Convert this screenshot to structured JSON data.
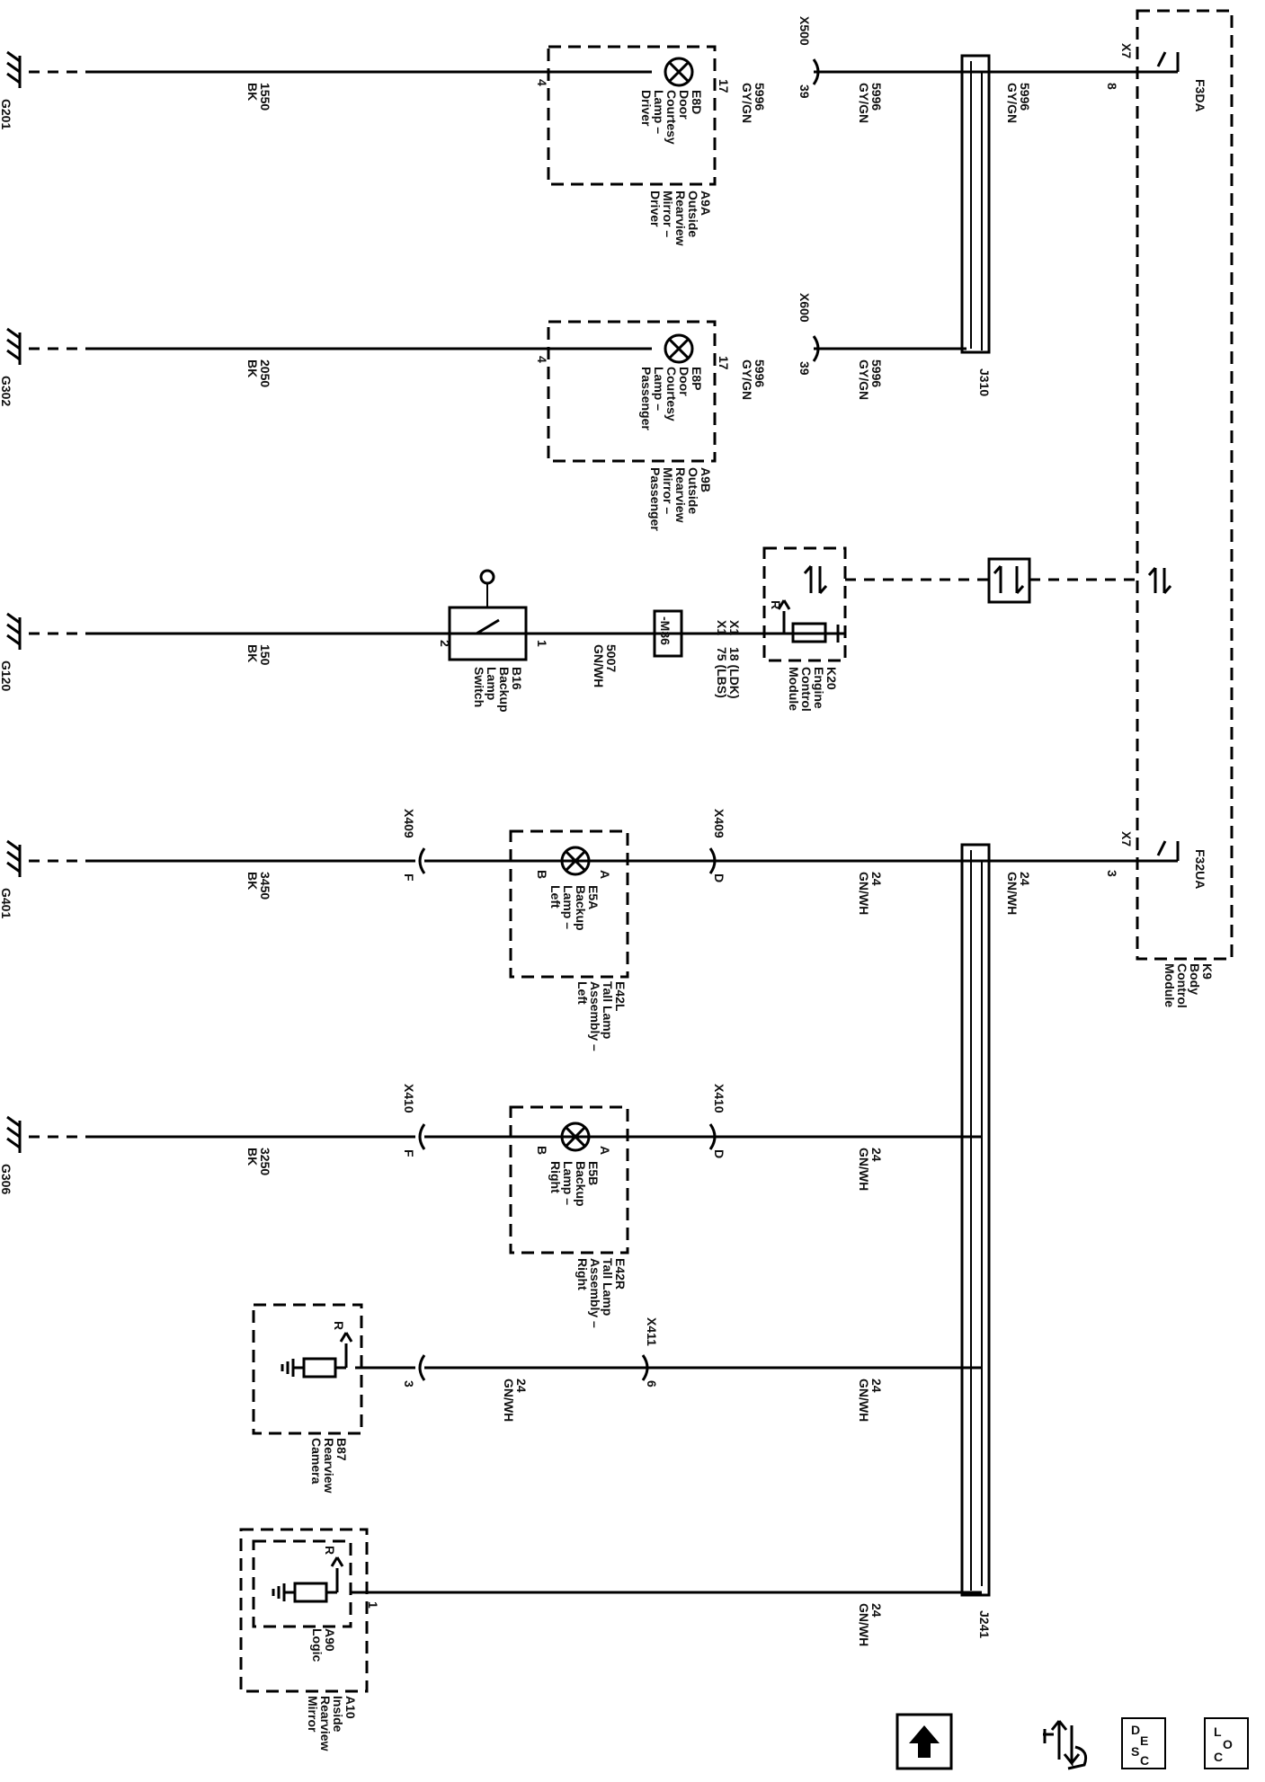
{
  "grounds": [
    "G201",
    "G302",
    "G120",
    "G401",
    "G306"
  ],
  "wires": {
    "w1550": [
      "1550",
      "BK"
    ],
    "w2050": [
      "2050",
      "BK"
    ],
    "w150": [
      "150",
      "BK"
    ],
    "w3450": [
      "3450",
      "BK"
    ],
    "w3250": [
      "3250",
      "BK"
    ],
    "w5996": [
      "5996",
      "GY/GN"
    ],
    "w5007": [
      "5007",
      "GN/WH"
    ],
    "w24": [
      "24",
      "GN/WH"
    ]
  },
  "pins": {
    "p4": "4",
    "p17": "17",
    "p39": "39",
    "p8": "8",
    "p3": "3",
    "p1": "1",
    "p2": "2",
    "pA": "A",
    "pB": "B",
    "pD": "D",
    "pF": "F",
    "p6": "6",
    "p18": "18 (LDK)",
    "p75": "75 (LBS)",
    "pX1": "X1"
  },
  "connectors": {
    "x500": "X500",
    "x600": "X600",
    "x409": "X409",
    "x410": "X410",
    "x411": "X411",
    "x7": "X7"
  },
  "splices": {
    "j310": "J310",
    "j241": "J241"
  },
  "inline": {
    "m36": "-M36"
  },
  "fuses": {
    "f3da": "F3DA",
    "f32ua": "F32UA"
  },
  "components": {
    "a9a": [
      "A9A",
      "Outside",
      "Rearview",
      "Mirror –",
      "Driver"
    ],
    "a9b": [
      "A9B",
      "Outside",
      "Rearview",
      "Mirror –",
      "Passenger"
    ],
    "e8d": [
      "E8D",
      "Door",
      "Courtesy",
      "Lamp –",
      "Driver"
    ],
    "e8p": [
      "E8P",
      "Door",
      "Courtesy",
      "Lamp –",
      "Passenger"
    ],
    "b16": [
      "B16",
      "Backup",
      "Lamp",
      "Switch"
    ],
    "k20": [
      "K20",
      "Engine",
      "Control",
      "Module"
    ],
    "k9": [
      "K9",
      "Body",
      "Control",
      "Module"
    ],
    "e5a": [
      "E5A",
      "Backup",
      "Lamp –",
      "Left"
    ],
    "e5b": [
      "E5B",
      "Backup",
      "Lamp –",
      "Right"
    ],
    "e42l": [
      "E42L",
      "Tall Lamp",
      "Assembly –",
      "Left"
    ],
    "e42r": [
      "E42R",
      "Tall Lamp",
      "Assembly –",
      "Right"
    ],
    "b87": [
      "B87",
      "Rearview",
      "Camera"
    ],
    "a10": [
      "A10",
      "Inside",
      "Rearview",
      "Mirror"
    ],
    "a90": [
      "A90",
      "Logic"
    ]
  },
  "symbols": {
    "r": "R"
  },
  "nav": {
    "loc": [
      "L",
      "O",
      "C"
    ],
    "desc": [
      "D",
      "E",
      "S",
      "C"
    ]
  }
}
